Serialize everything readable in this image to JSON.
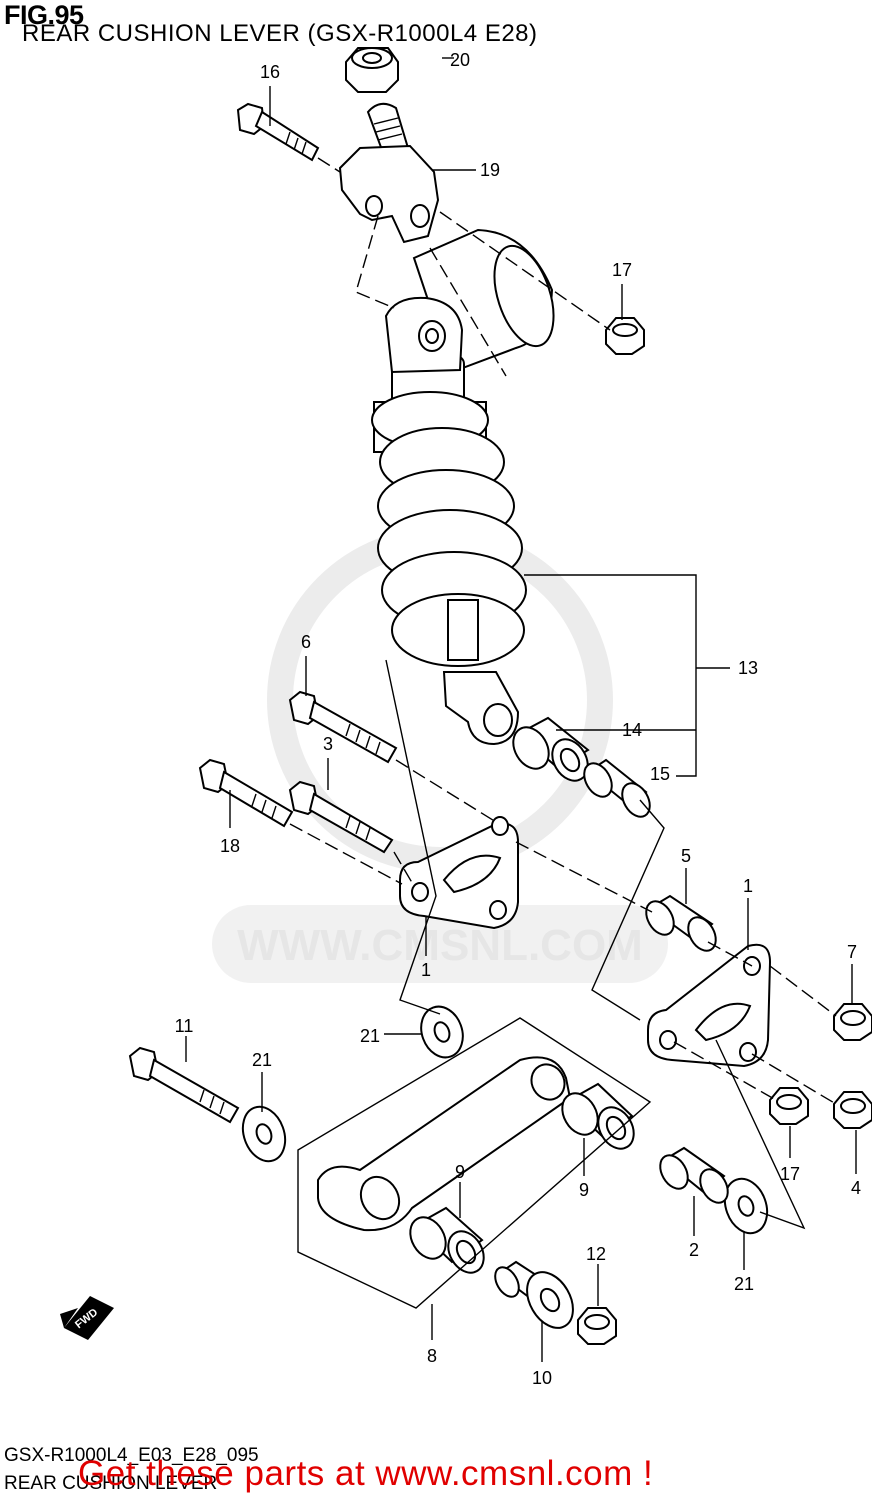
{
  "figure": {
    "title": "FIG.95",
    "subtitle": "REAR CUSHION LEVER (GSX-R1000L4 E28)"
  },
  "watermark": {
    "text": "WWW.CMSNL.COM"
  },
  "direction_badge": {
    "label": "FWD",
    "icon": "fwd-arrow-icon"
  },
  "callouts": {
    "p1a": "1",
    "p1b": "1",
    "p2": "2",
    "p3": "3",
    "p4": "4",
    "p5": "5",
    "p6": "6",
    "p7": "7",
    "p8": "8",
    "p9a": "9",
    "p9b": "9",
    "p10": "10",
    "p11": "11",
    "p12": "12",
    "p13": "13",
    "p14": "14",
    "p15": "15",
    "p16": "16",
    "p17a": "17",
    "p17b": "17",
    "p18": "18",
    "p19": "19",
    "p20": "20",
    "p21a": "21",
    "p21b": "21",
    "p21c": "21"
  },
  "footer": {
    "code": "GSX-R1000L4_E03_E28_095",
    "name": "REAR CUSHION LEVER",
    "cta": "Get these parts at www.cmsnl.com !",
    "cta_color": "#e00000"
  }
}
